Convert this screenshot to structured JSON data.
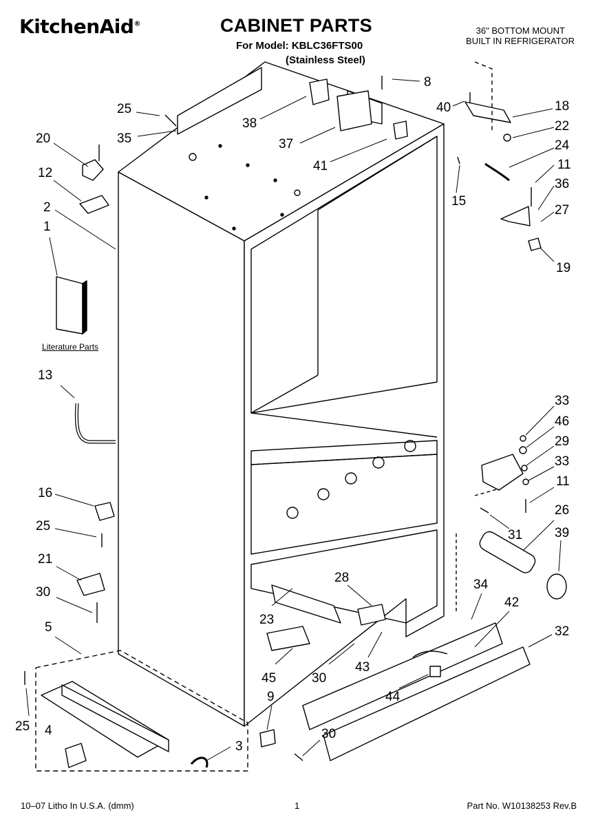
{
  "header": {
    "brand": "KitchenAid",
    "brand_mark": "®",
    "title": "CABINET PARTS",
    "model_line": "For Model: KBLC36FTS00",
    "finish_line": "(Stainless Steel)",
    "description_line1": "36\" BOTTOM MOUNT",
    "description_line2": "BUILT IN REFRIGERATOR"
  },
  "diagram": {
    "literature_label": "Literature Parts",
    "callouts": [
      "25",
      "35",
      "20",
      "12",
      "2",
      "1",
      "13",
      "16",
      "25",
      "21",
      "30",
      "5",
      "25",
      "4",
      "38",
      "37",
      "41",
      "8",
      "40",
      "18",
      "22",
      "24",
      "15",
      "11",
      "36",
      "27",
      "19",
      "33",
      "46",
      "29",
      "33",
      "11",
      "26",
      "31",
      "39",
      "34",
      "42",
      "32",
      "28",
      "23",
      "30",
      "43",
      "45",
      "30",
      "44",
      "9",
      "3",
      "30"
    ]
  },
  "footer": {
    "left": "10–07 Litho In U.S.A. (dmm)",
    "center": "1",
    "right": "Part No. W10138253 Rev.B"
  }
}
